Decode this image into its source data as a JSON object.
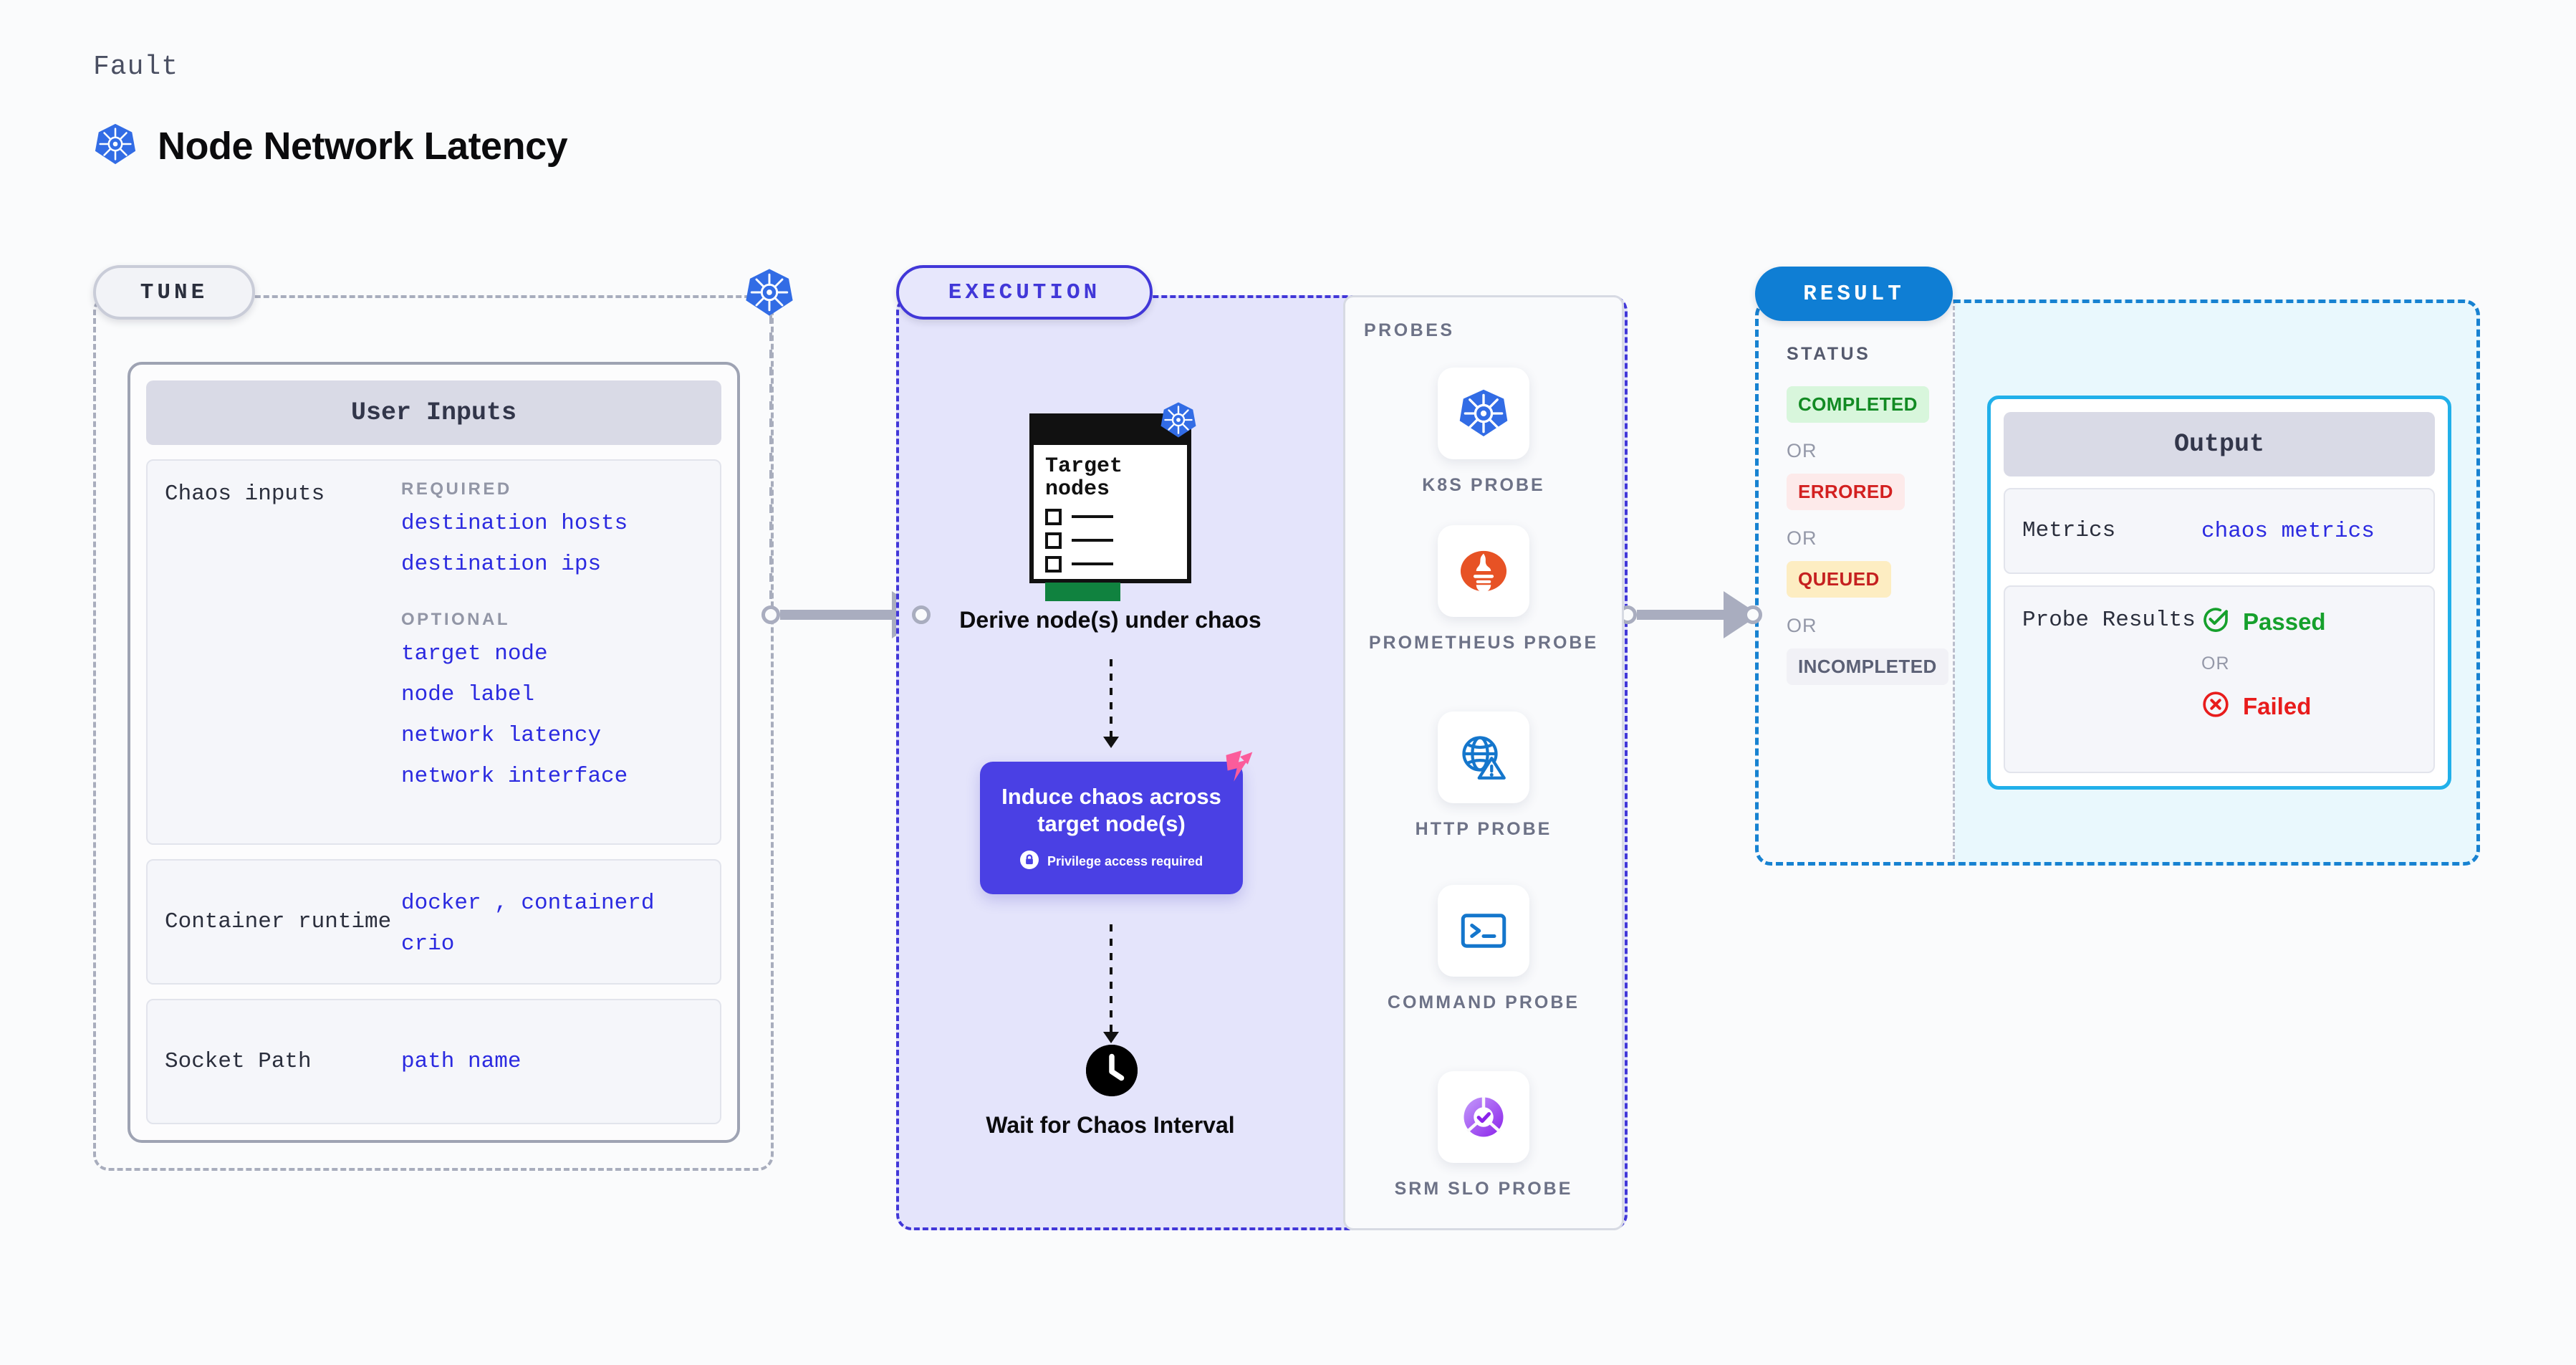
{
  "header": {
    "eyebrow": "Fault",
    "title": "Node Network Latency",
    "icon": "kubernetes-icon"
  },
  "tune": {
    "pill_label": "TUNE",
    "card_title": "User Inputs",
    "rows": [
      {
        "key": "Chaos inputs",
        "groups": [
          {
            "label": "REQUIRED",
            "values": [
              "destination hosts",
              "destination ips"
            ]
          },
          {
            "label": "OPTIONAL",
            "values": [
              "target node",
              "node label",
              "network latency",
              "network interface"
            ]
          }
        ]
      },
      {
        "key": "Container runtime",
        "values": [
          "docker , containerd",
          "crio"
        ]
      },
      {
        "key": "Socket Path",
        "values": [
          "path name"
        ]
      }
    ]
  },
  "execution": {
    "pill_label": "EXECUTION",
    "steps": [
      {
        "label": "Derive node(s) under chaos",
        "card_title": "Target nodes",
        "badge": "kubernetes-icon"
      },
      {
        "label": "Induce chaos across target node(s)",
        "note": "Privilege access required",
        "badge": "harness-icon",
        "icon": "lock-icon"
      },
      {
        "label": "Wait for Chaos Interval",
        "icon": "clock-icon"
      }
    ],
    "probes": {
      "caption": "PROBES",
      "items": [
        {
          "name": "K8S PROBE",
          "icon": "kubernetes-icon"
        },
        {
          "name": "PROMETHEUS PROBE",
          "icon": "prometheus-icon"
        },
        {
          "name": "HTTP PROBE",
          "icon": "globe-warning-icon"
        },
        {
          "name": "COMMAND PROBE",
          "icon": "terminal-icon"
        },
        {
          "name": "SRM SLO PROBE",
          "icon": "srm-slo-icon"
        }
      ]
    }
  },
  "result": {
    "pill_label": "RESULT",
    "status_caption": "STATUS",
    "or_label": "OR",
    "statuses": [
      {
        "label": "COMPLETED",
        "bg": "#d8f6dc",
        "fg": "#128a23"
      },
      {
        "label": "ERRORED",
        "bg": "#fdeaea",
        "fg": "#d32020"
      },
      {
        "label": "QUEUED",
        "bg": "#fdedc2",
        "fg": "#c52020"
      },
      {
        "label": "INCOMPLETED",
        "bg": "#f1f1f6",
        "fg": "#5b6075"
      }
    ],
    "output": {
      "title": "Output",
      "metrics_key": "Metrics",
      "metrics_value": "chaos metrics",
      "probe_results_key": "Probe Results",
      "passed_label": "Passed",
      "failed_label": "Failed",
      "or_label": "OR"
    }
  },
  "colors": {
    "k8s_blue": "#326ce5",
    "execution_purple": "#4137d8",
    "chaos_box": "#4a40e4",
    "result_blue": "#0f7ed4",
    "output_border": "#21b0ea",
    "value_blue": "#2b2ae0",
    "harness_pink": "#fb5c9b"
  }
}
